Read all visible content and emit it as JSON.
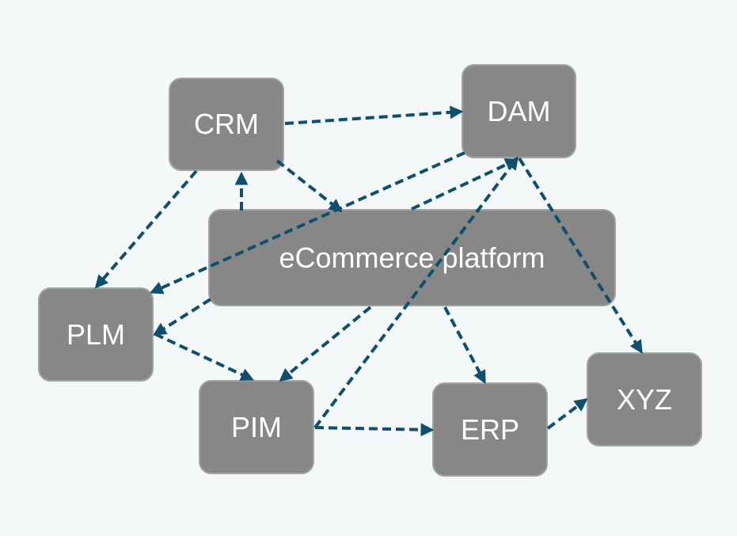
{
  "diagram": {
    "type": "system-integration-diagram",
    "colors": {
      "background": "#f4f8f8",
      "node_fill": "#878787",
      "node_border": "#a3a3a3",
      "node_text": "#ffffff",
      "edge": "#0f4f6c"
    },
    "nodes": [
      {
        "id": "crm",
        "label": "CRM"
      },
      {
        "id": "dam",
        "label": "DAM"
      },
      {
        "id": "ecom",
        "label": "eCommerce platform"
      },
      {
        "id": "plm",
        "label": "PLM"
      },
      {
        "id": "pim",
        "label": "PIM"
      },
      {
        "id": "erp",
        "label": "ERP"
      },
      {
        "id": "xyz",
        "label": "XYZ"
      }
    ],
    "edges": [
      {
        "from": "crm",
        "to": "dam",
        "style": "dashed"
      },
      {
        "from": "crm",
        "to": "ecom",
        "style": "dashed"
      },
      {
        "from": "crm",
        "to": "plm",
        "style": "dashed"
      },
      {
        "from": "ecom",
        "to": "crm",
        "style": "dashed"
      },
      {
        "from": "dam",
        "to": "plm",
        "style": "dashed"
      },
      {
        "from": "ecom",
        "to": "dam",
        "style": "dashed"
      },
      {
        "from": "dam",
        "to": "xyz",
        "style": "dashed"
      },
      {
        "from": "ecom",
        "to": "plm",
        "style": "dashed"
      },
      {
        "from": "ecom",
        "to": "pim",
        "style": "dashed"
      },
      {
        "from": "ecom",
        "to": "erp",
        "style": "dashed"
      },
      {
        "from": "plm",
        "to": "pim",
        "style": "dashed"
      },
      {
        "from": "pim",
        "to": "dam",
        "style": "dashed"
      },
      {
        "from": "pim",
        "to": "erp",
        "style": "dashed"
      },
      {
        "from": "erp",
        "to": "xyz",
        "style": "dashed"
      }
    ]
  }
}
